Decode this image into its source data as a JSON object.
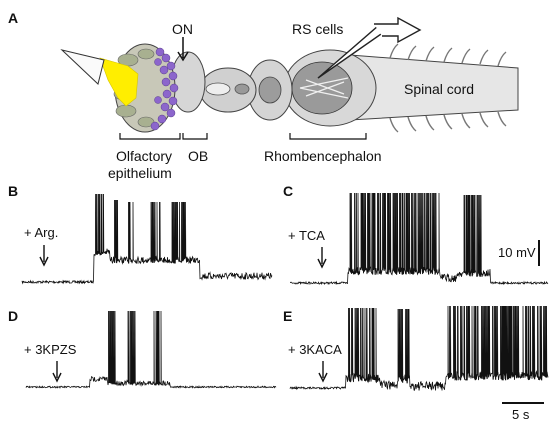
{
  "panel_a": {
    "letter": "A",
    "labels": {
      "on": "ON",
      "rs_cells": "RS cells",
      "spinal_cord": "Spinal cord",
      "olfactory_epithelium_line1": "Olfactory",
      "olfactory_epithelium_line2": "epithelium",
      "ob": "OB",
      "rhombencephalon": "Rhombencephalon"
    }
  },
  "traces": [
    {
      "letter": "B",
      "stimulus": "+ Arg."
    },
    {
      "letter": "C",
      "stimulus": "+ TCA"
    },
    {
      "letter": "D",
      "stimulus": "+ 3KPZS"
    },
    {
      "letter": "E",
      "stimulus": "+ 3KACA"
    }
  ],
  "scale_bars": {
    "voltage": "10 mV",
    "time": "5 s"
  },
  "colors": {
    "ink": "#111111",
    "tissue": "#dcdcdc",
    "yellow": "#ffee00",
    "purple": "#8c66cc"
  }
}
